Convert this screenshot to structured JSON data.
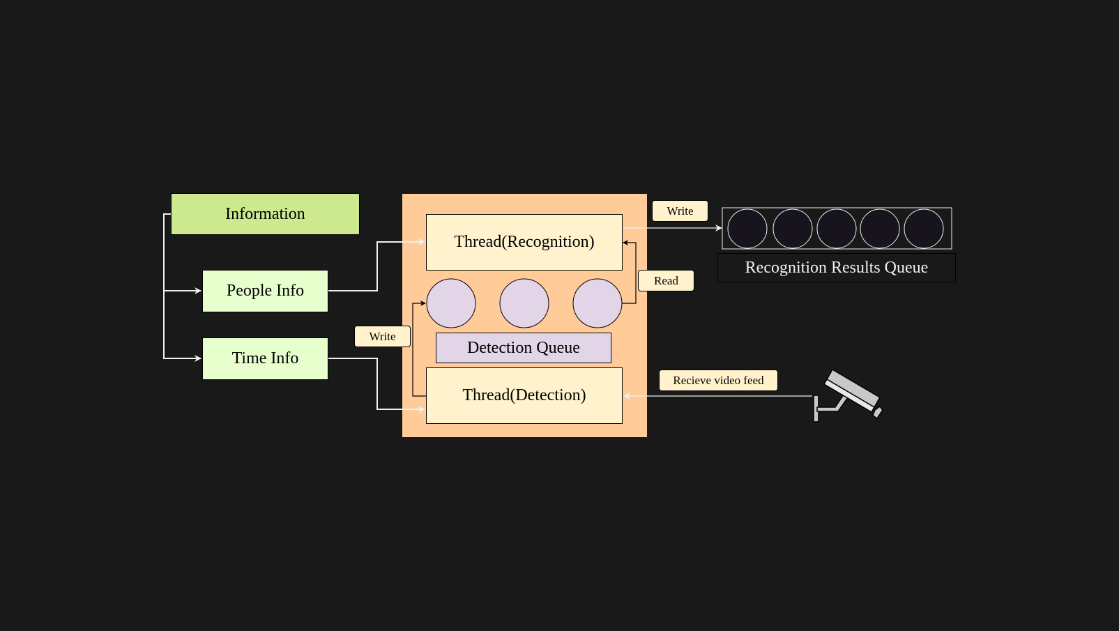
{
  "information": {
    "label": "Information"
  },
  "people_info": {
    "label": "People Info"
  },
  "time_info": {
    "label": "Time Info"
  },
  "threads": {
    "recognition": "Thread(Recognition)",
    "detection": "Thread(Detection)"
  },
  "detection_queue": {
    "label": "Detection Queue"
  },
  "recognition_results_queue": {
    "label": "Recognition Results Queue"
  },
  "tags": {
    "write_detection": "Write",
    "write_results": "Write",
    "read": "Read",
    "video_feed": "Recieve video feed"
  },
  "icons": {
    "camera": "security-camera-icon"
  },
  "colors": {
    "background": "#191919",
    "information": "#cde98f",
    "info_items": "#e6ffcc",
    "container": "#ffcc99",
    "thread": "#fff2cc",
    "queue": "#e1d5e7",
    "results_slot": "#18141d"
  }
}
